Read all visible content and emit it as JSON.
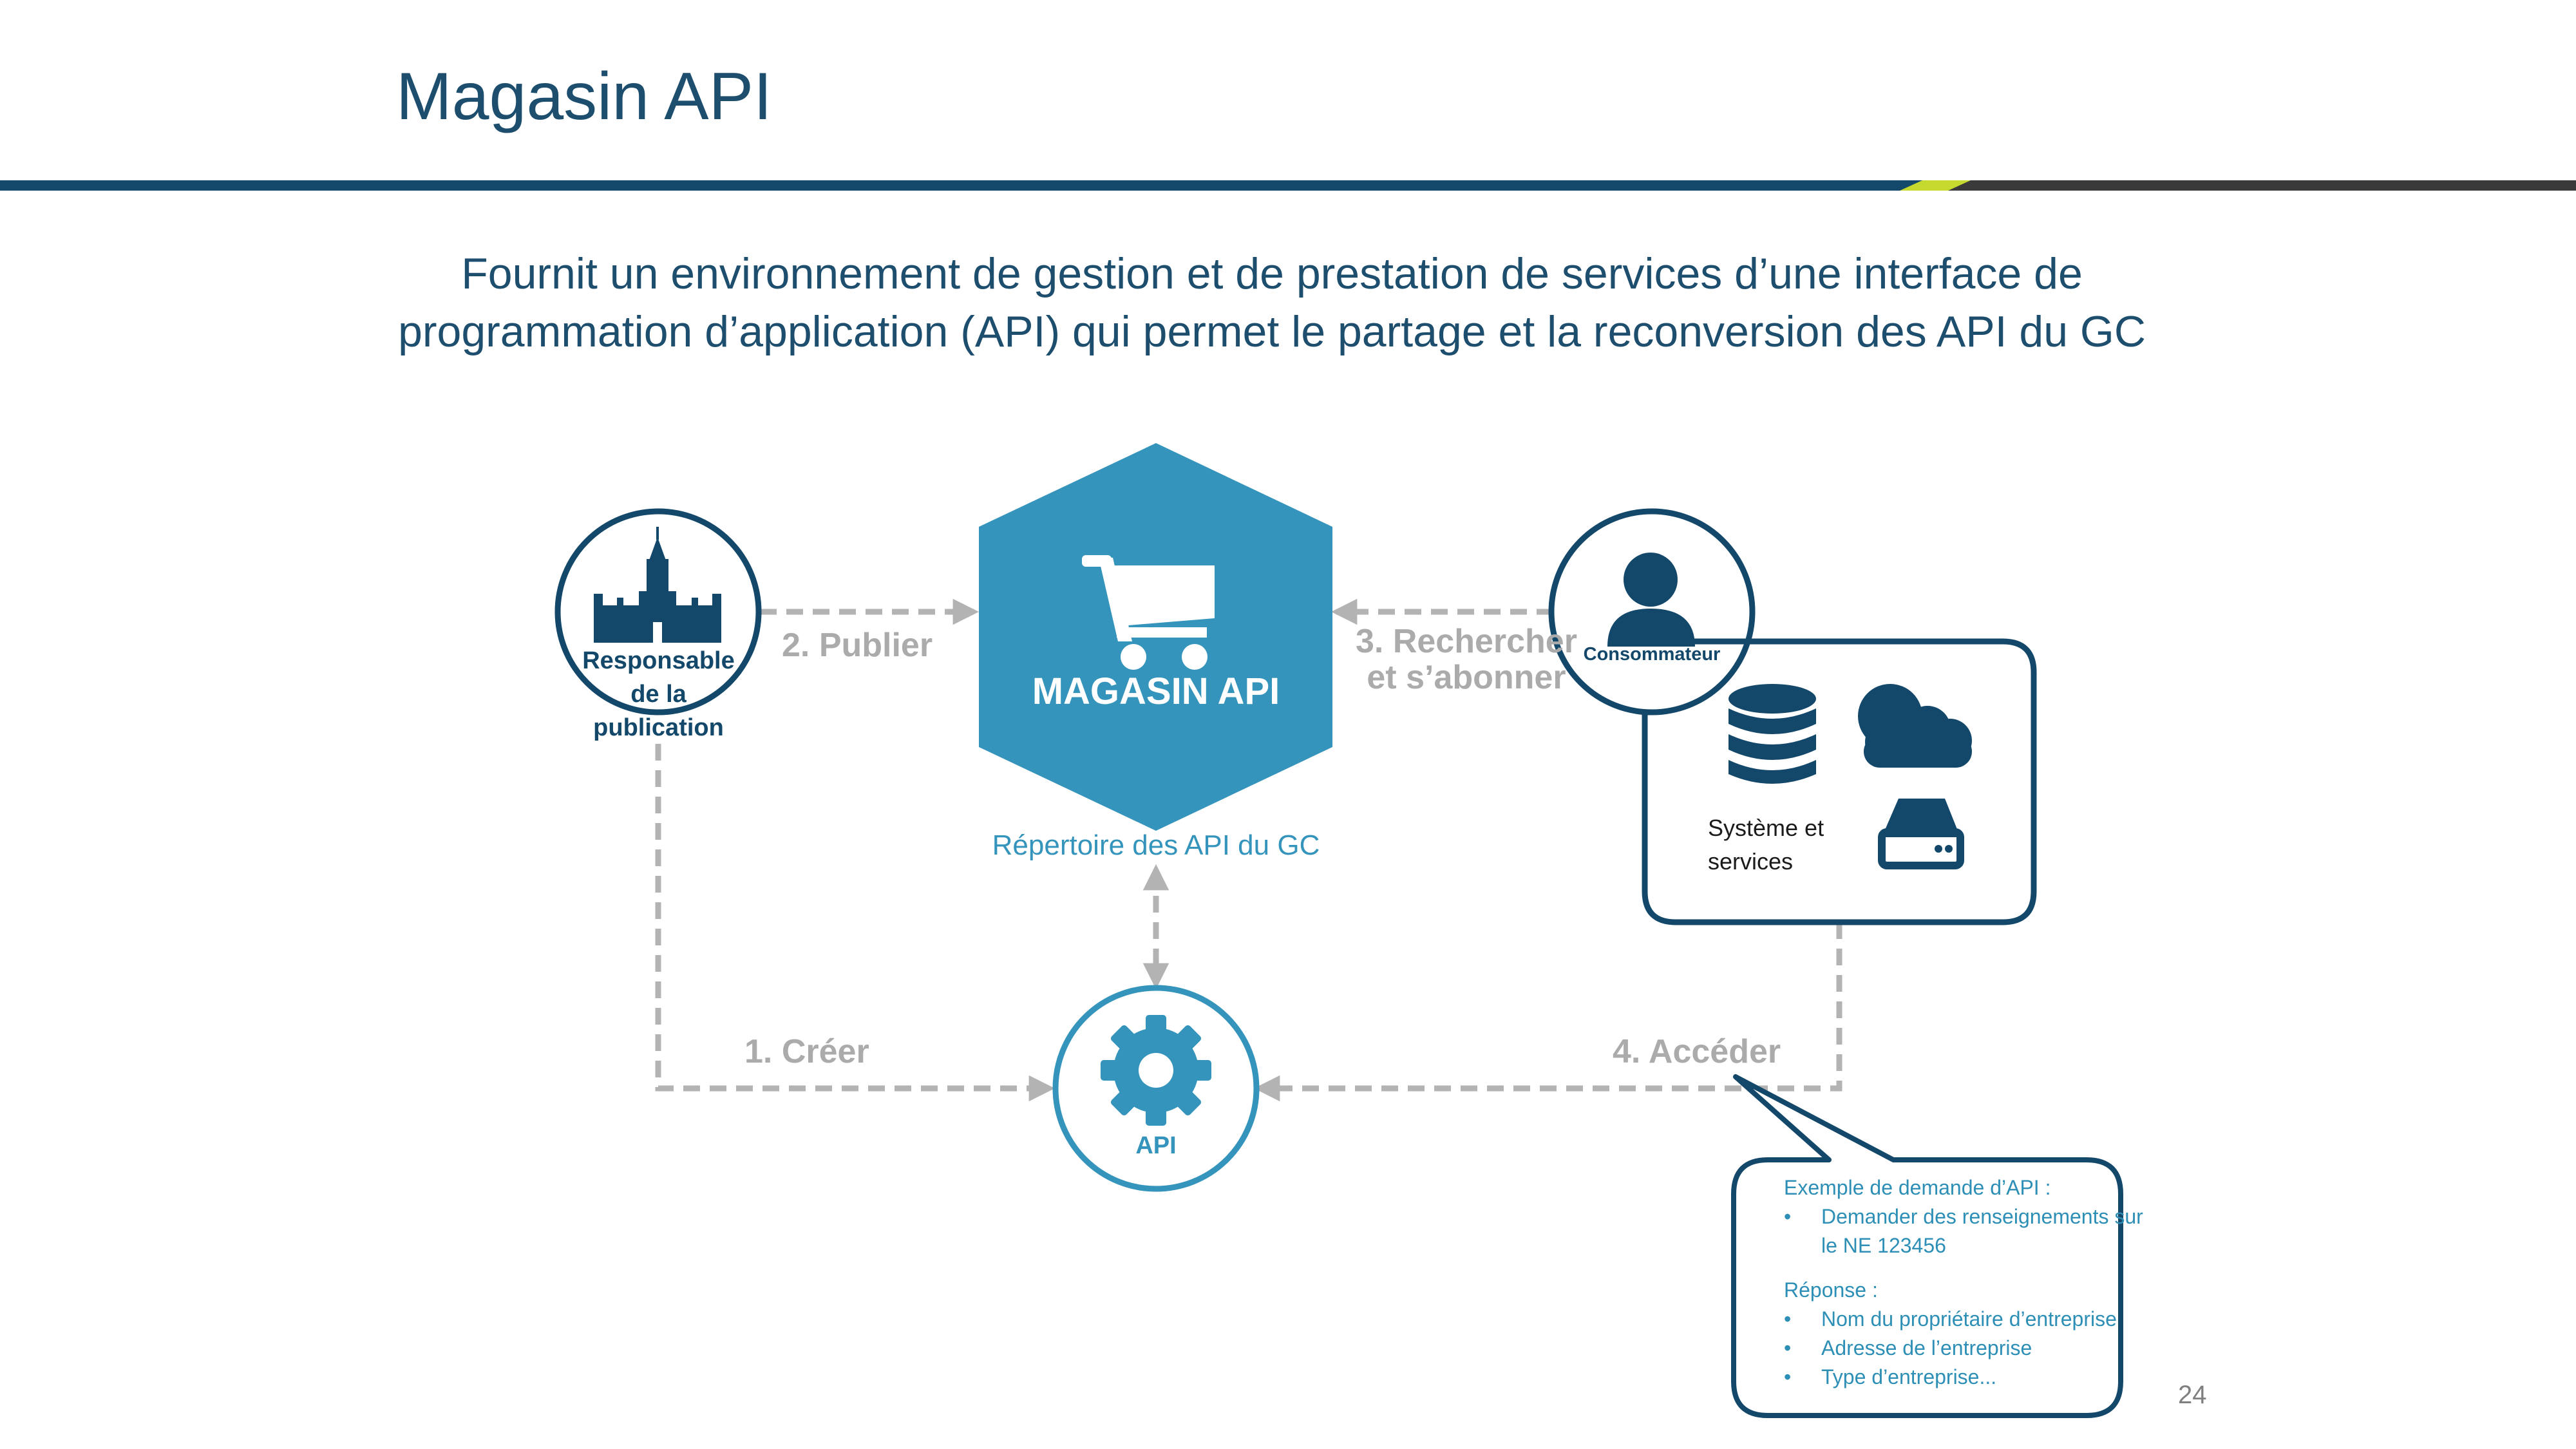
{
  "slide": {
    "title": "Magasin API",
    "subtitle": "Fournit un environnement de gestion et de prestation de services d’une interface de programmation d’application (API) qui permet le partage et la reconversion des API du GC",
    "page_number": "24"
  },
  "nodes": {
    "publisher_label": "Responsable de la publication",
    "store_label": "MAGASIN API",
    "repository_label": "Répertoire des API du GC",
    "consumer_label": "Consommateur",
    "systems_label": "Système et services",
    "api_label": "API"
  },
  "steps": {
    "create": "1. Créer",
    "publish": "2. Publier",
    "search_line1": "3. Rechercher",
    "search_line2": "et s’abonner",
    "access": "4. Accéder"
  },
  "callout": {
    "request_heading": "Exemple de demande d’API :",
    "request_items": [
      "Demander des renseignements sur le NE 123456"
    ],
    "response_heading": "Réponse :",
    "response_items": [
      "Nom du propriétaire d’entreprise",
      "Adresse de l’entreprise",
      "Type d’entreprise..."
    ]
  },
  "colors": {
    "navy": "#14486a",
    "teal": "#3494bb",
    "dashed_arrow": "#b3b3b3",
    "accent_green": "#c5d92e",
    "rule_dark": "#3a3a3a"
  },
  "icons": [
    "parliament-icon",
    "shopping-cart-icon",
    "user-icon",
    "database-icon",
    "cloud-icon",
    "server-drive-icon",
    "gear-icon"
  ]
}
